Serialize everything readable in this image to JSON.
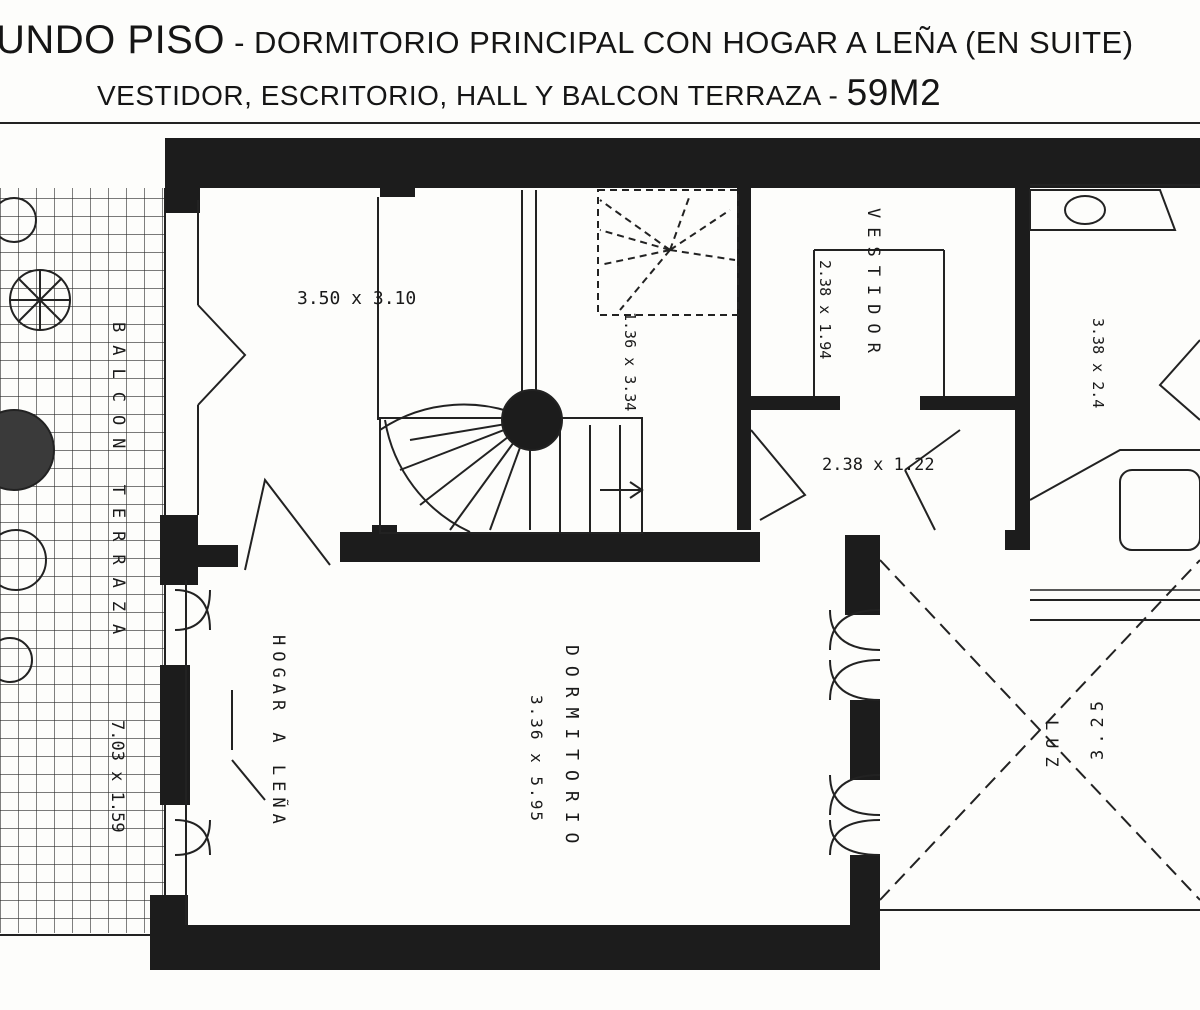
{
  "title": {
    "line1_part1": "UNDO PISO",
    "line1_dash": " - ",
    "line1_part2": "DORMITORIO PRINCIPAL CON HOGAR A LEÑA (EN SUITE)",
    "line2_part1": "VESTIDOR, ESCRITORIO, HALL Y BALCON TERRAZA",
    "line2_dash": " - ",
    "line2_area": "59M2"
  },
  "rooms": {
    "escritorio_dim": "3.50 x 3.10",
    "escalera_dim": "1.36 x 3.34",
    "vestidor_name": "VESTIDOR",
    "vestidor_dim": "2.38 x 1.94",
    "hall_dim": "2.38 x 1.22",
    "bano_dim": "3.38 x 2.4",
    "balcon_name": "BALCON TERRAZA",
    "balcon_dim": "7.03 x 1.59",
    "hogar_label": "HOGAR A LEÑA",
    "dormitorio_name": "DORMITORIO",
    "dormitorio_dim": "3.36 x 5.95",
    "luz_label": "LUZ",
    "luz_dim": "3.25"
  },
  "colors": {
    "wall": "#1c1c1c",
    "line": "#2a2a2a",
    "paper": "#fdfdfb"
  }
}
